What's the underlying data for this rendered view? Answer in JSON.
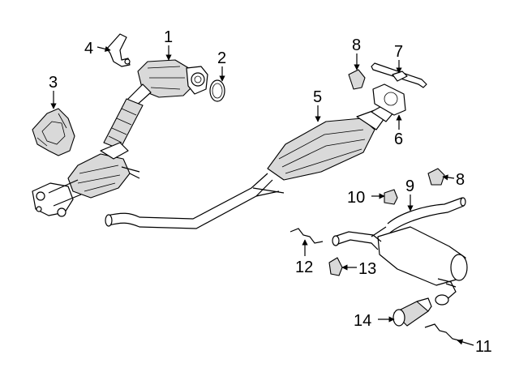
{
  "callouts": [
    {
      "id": "callout-1",
      "text": "1"
    },
    {
      "id": "callout-2",
      "text": "2"
    },
    {
      "id": "callout-3",
      "text": "3"
    },
    {
      "id": "callout-4",
      "text": "4"
    },
    {
      "id": "callout-5",
      "text": "5"
    },
    {
      "id": "callout-6",
      "text": "6"
    },
    {
      "id": "callout-7",
      "text": "7"
    },
    {
      "id": "callout-8a",
      "text": "8"
    },
    {
      "id": "callout-8b",
      "text": "8"
    },
    {
      "id": "callout-9",
      "text": "9"
    },
    {
      "id": "callout-10",
      "text": "10"
    },
    {
      "id": "callout-11",
      "text": "11"
    },
    {
      "id": "callout-12",
      "text": "12"
    },
    {
      "id": "callout-13",
      "text": "13"
    },
    {
      "id": "callout-14",
      "text": "14"
    }
  ]
}
